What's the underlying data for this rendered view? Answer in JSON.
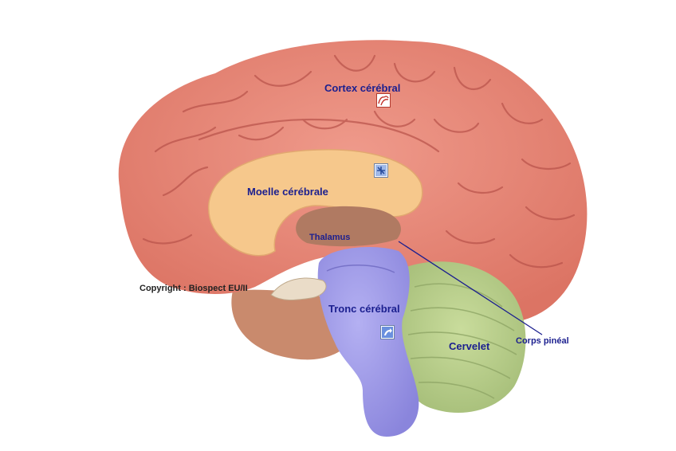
{
  "labels": {
    "cortex": "Cortex cérébral",
    "moelle": "Moelle cérébrale",
    "thalamus": "Thalamus",
    "tronc": "Tronc cérébral",
    "cervelet": "Cervelet",
    "corps_pineal": "Corps pinéal",
    "copyright": "Copyright : Biospect EU/II"
  },
  "colors": {
    "cortex": "#e98a7c",
    "cortex_dark": "#c4564f",
    "moelle": "#f7c98e",
    "tronc": "#9f9be8",
    "cervelet": "#b9cf8c",
    "label_blue": "#1b1f8f"
  },
  "icons": {
    "cortex": "cortex-link-icon",
    "moelle": "moelle-link-icon",
    "tronc": "tronc-link-icon"
  }
}
